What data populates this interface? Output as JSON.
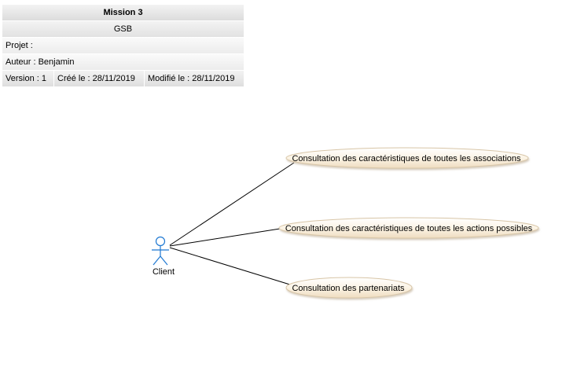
{
  "header": {
    "title": "Mission 3",
    "subtitle": "GSB",
    "project": "Projet :",
    "author": "Auteur : Benjamin",
    "version": "Version : 1",
    "created": "Créé le : 28/11/2019",
    "modified": "Modifié le : 28/11/2019"
  },
  "diagram": {
    "actor": {
      "label": "Client",
      "icon": "stick-figure-actor-icon",
      "color": "#1e78d2"
    },
    "use_cases": [
      {
        "label": "Consultation des caractéristiques de toutes les associations"
      },
      {
        "label": "Consultation des caractéristiques de toutes les actions possibles"
      },
      {
        "label": "Consultation des partenariats"
      }
    ],
    "colors": {
      "usecase_fill": "#fbf2e2",
      "usecase_stroke": "#c9b394",
      "connector": "#000000"
    }
  }
}
